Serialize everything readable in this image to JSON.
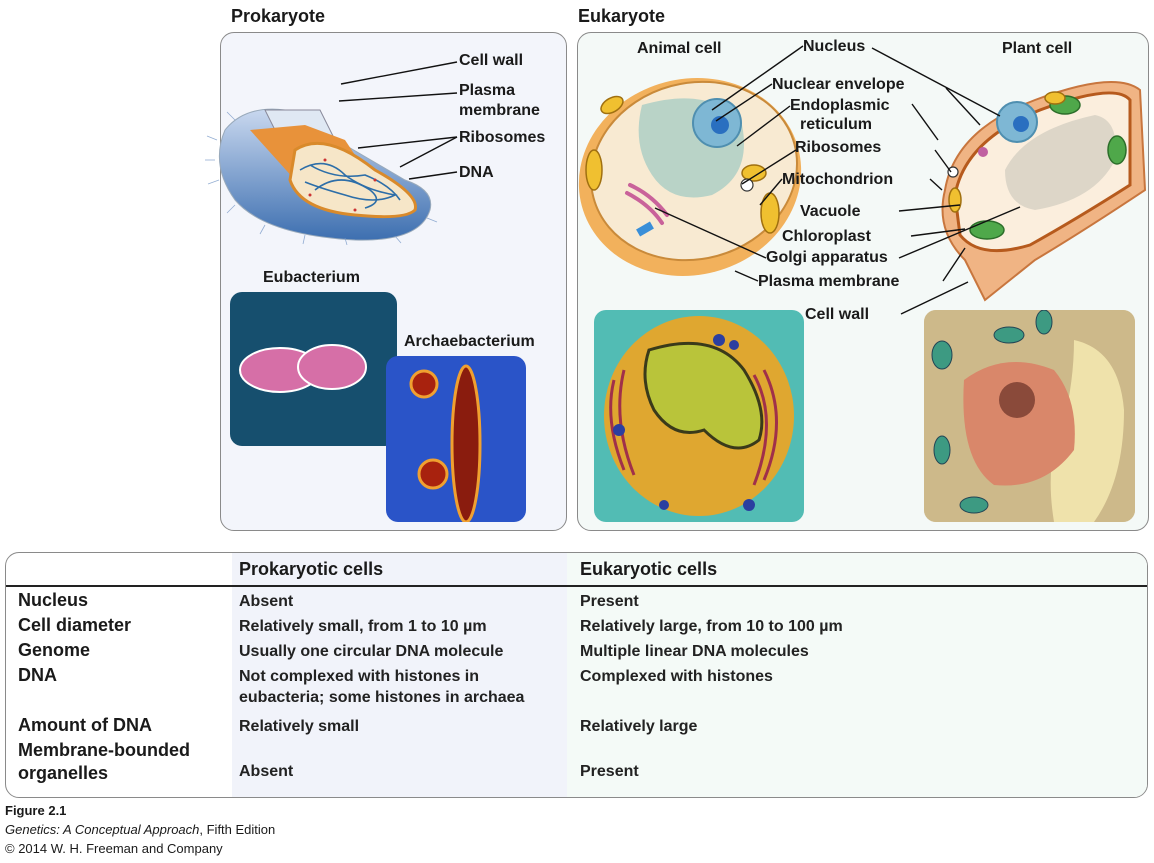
{
  "prokaryote": {
    "title": "Prokaryote",
    "labels": {
      "cell_wall": "Cell wall",
      "plasma_membrane_1": "Plasma",
      "plasma_membrane_2": "membrane",
      "ribosomes": "Ribosomes",
      "dna": "DNA"
    },
    "photos": {
      "eubacterium": "Eubacterium",
      "archaebacterium": "Archaebacterium"
    }
  },
  "eukaryote": {
    "title": "Eukaryote",
    "animal_cell": "Animal cell",
    "plant_cell": "Plant cell",
    "labels": {
      "nucleus": "Nucleus",
      "nuclear_envelope": "Nuclear envelope",
      "er_1": "Endoplasmic",
      "er_2": "reticulum",
      "ribosomes": "Ribosomes",
      "mitochondrion": "Mitochondrion",
      "vacuole": "Vacuole",
      "chloroplast": "Chloroplast",
      "golgi": "Golgi apparatus",
      "plasma_membrane": "Plasma membrane",
      "cell_wall": "Cell wall"
    }
  },
  "table": {
    "headers": [
      "",
      "Prokaryotic cells",
      "Eukaryotic cells"
    ],
    "rows": [
      {
        "label": "Nucleus",
        "prok": "Absent",
        "euk": "Present"
      },
      {
        "label": "Cell diameter",
        "prok": "Relatively small, from 1 to 10 µm",
        "euk": "Relatively large, from 10 to 100 µm"
      },
      {
        "label": "Genome",
        "prok": "Usually one circular DNA molecule",
        "euk": "Multiple linear DNA molecules"
      },
      {
        "label": "DNA",
        "prok_1": "Not complexed with histones in",
        "prok_2": "eubacteria; some histones in archaea",
        "euk": "Complexed with histones"
      },
      {
        "label": "Amount of DNA",
        "prok": "Relatively small",
        "euk": "Relatively large"
      },
      {
        "label_1": "Membrane-bounded",
        "label_2": "organelles",
        "prok": "Absent",
        "euk": "Present"
      }
    ]
  },
  "caption": {
    "figure": "Figure 2.1",
    "book_italic": "Genetics: A Conceptual Approach",
    "book_rest": ", Fifth Edition",
    "copyright": "© 2014 W. H. Freeman and Company"
  },
  "colors": {
    "prok_panel_bg": "#f3f5fb",
    "euk_panel_bg": "#f4f9f7",
    "border": "#8a8a8a"
  }
}
